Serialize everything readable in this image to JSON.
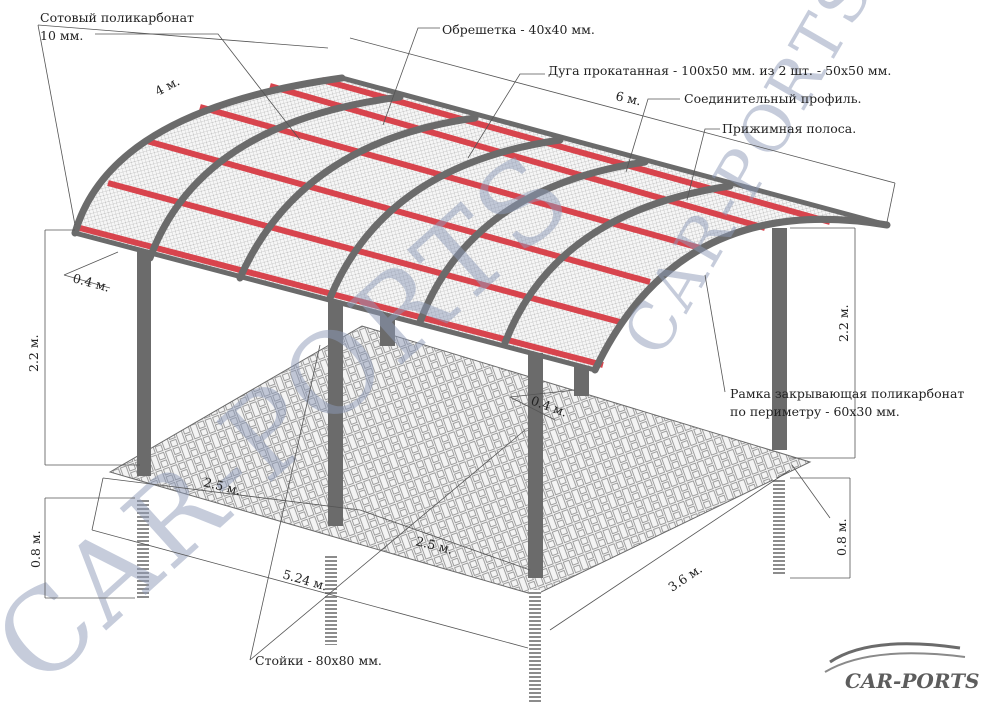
{
  "labels": {
    "polycarbonate_1": "Сотовый поликарбонат",
    "polycarbonate_2": "10 мм.",
    "lathing": "Обрешетка - 40х40 мм.",
    "arch": "Дуга прокатанная - 100х50 мм. из 2 шт. - 50х50 мм.",
    "connector": "Соединительный профиль.",
    "clamp": "Прижимная полоса.",
    "frame_1": "Рамка закрывающая поликарбонат",
    "frame_2": "по периметру - 60х30 мм.",
    "posts": "Стойки - 80х80 мм."
  },
  "dimensions": {
    "roof_width": "4 м.",
    "roof_length": "6 м.",
    "overhang_left": "0.4 м.",
    "overhang_right": "0.4 м.",
    "height_left": "2.2 м.",
    "height_right": "2.2 м.",
    "span_a": "2.5 м.",
    "span_b": "2.5 м.",
    "diagonal": "5.24 м.",
    "depth": "3.6 м.",
    "footing_left": "0.8 м.",
    "footing_right": "0.8 м."
  },
  "watermark": {
    "main": "CAR-PORTS",
    "top": "CAR-PORTS.RU"
  },
  "logo": {
    "text": "CAR-PORTS"
  },
  "colors": {
    "steel": "#6b6b6b",
    "purlin": "#d8444d",
    "watermark": "#8e9bb9",
    "paving": "#8a8a8a"
  }
}
